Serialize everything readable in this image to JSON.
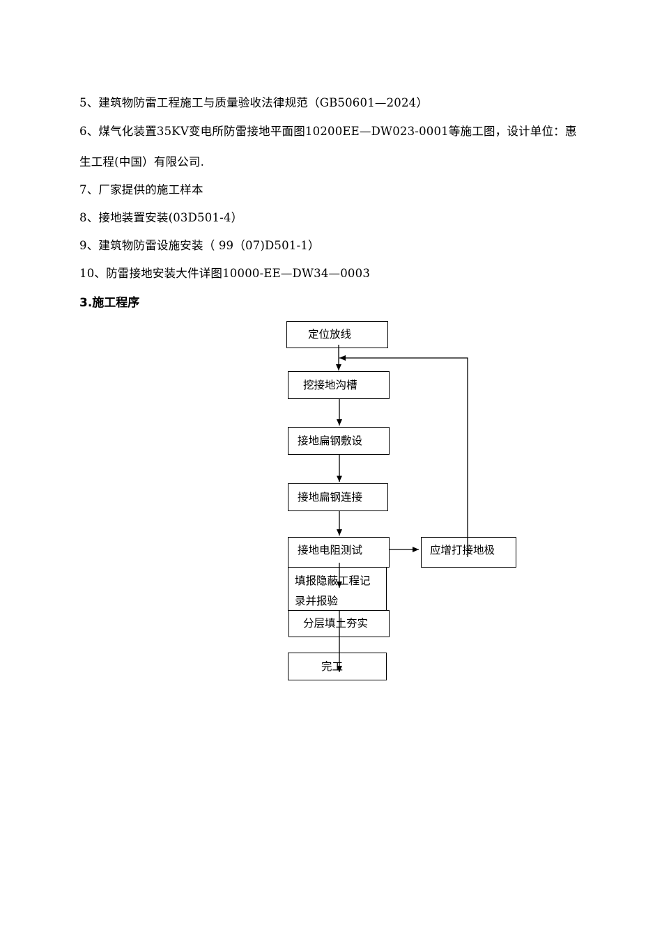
{
  "references": [
    "5、建筑物防雷工程施工与质量验收法律规范（GB50601—2024）",
    "6、煤气化装置35KV变电所防雷接地平面图10200EE—DW023-0001等施工图，设计单位：惠",
    "生工程(中国）有限公司.",
    "7、厂家提供的施工样本",
    "8、接地装置安装(03D501-4）",
    "9、建筑物防雷设施安装（ 99（07)D501-1）",
    "10、防雷接地安装大件详图10000-EE—DW34—0003"
  ],
  "section_heading": "3.施工程序",
  "flowchart": {
    "steps": {
      "s1": "定位放线",
      "s2": "挖接地沟槽",
      "s3": "接地扁钢敷设",
      "s4": "接地扁钢连接",
      "s5": "接地电阻测试",
      "s6_line1": "填报隐蔽工程记",
      "s6_line2": "录并报验",
      "s7": "分层填土夯实",
      "s8": "完工",
      "side": "应增打接地极"
    }
  }
}
